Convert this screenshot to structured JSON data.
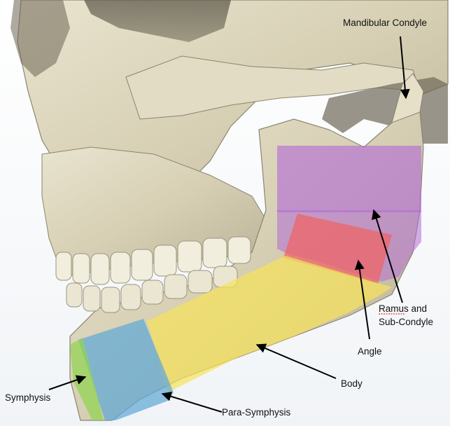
{
  "labels": {
    "condyle": "Mandibular Condyle",
    "ramus_line1": "Ramus and",
    "ramus_line2": "Sub-Condyle",
    "angle": "Angle",
    "body": "Body",
    "symphysis": "Symphysis",
    "para_symphysis": "Para-Symphysis"
  },
  "colors": {
    "ramus_region": "#b36bd6",
    "angle_region": "#f06262",
    "body_region": "#f7e25a",
    "para_symphysis_region": "#5fa9d6",
    "symphysis_region": "#8fd44f",
    "bone": "#d8d0b4",
    "background": "#ffffff"
  }
}
